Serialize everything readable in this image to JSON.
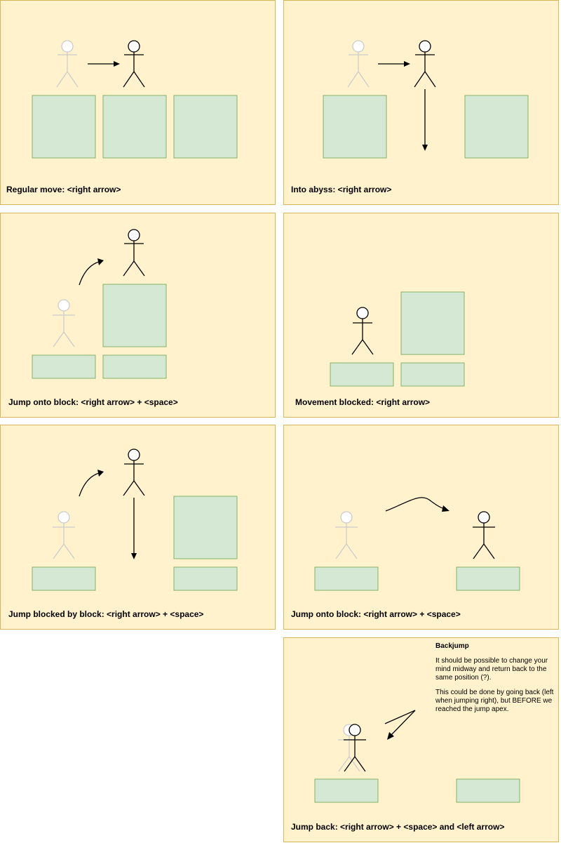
{
  "colors": {
    "panel_fill": "#fff2cc",
    "panel_border": "#d6b656",
    "block_fill": "#d5e8d4",
    "block_border": "#82b366",
    "figure_active": "#000000",
    "figure_ghost": "#cccccc"
  },
  "panels": [
    {
      "caption": "Regular move: <right arrow>"
    },
    {
      "caption": "Into abyss: <right arrow>"
    },
    {
      "caption": "Jump onto block: <right arrow> + <space>"
    },
    {
      "caption": "Movement blocked: <right arrow>"
    },
    {
      "caption": "Jump blocked by block: <right arrow> + <space>"
    },
    {
      "caption": "Jump onto block: <right arrow> + <space>"
    },
    {
      "caption": "Jump back: <right arrow> + <space> and <left arrow>",
      "note": {
        "title": "Backjump",
        "paragraph1": "It should be possible to change your mind midway and return back to the same position (?).",
        "paragraph2": "This could be done by going back (left when jumping right), but BEFORE we reached the jump apex."
      }
    }
  ]
}
